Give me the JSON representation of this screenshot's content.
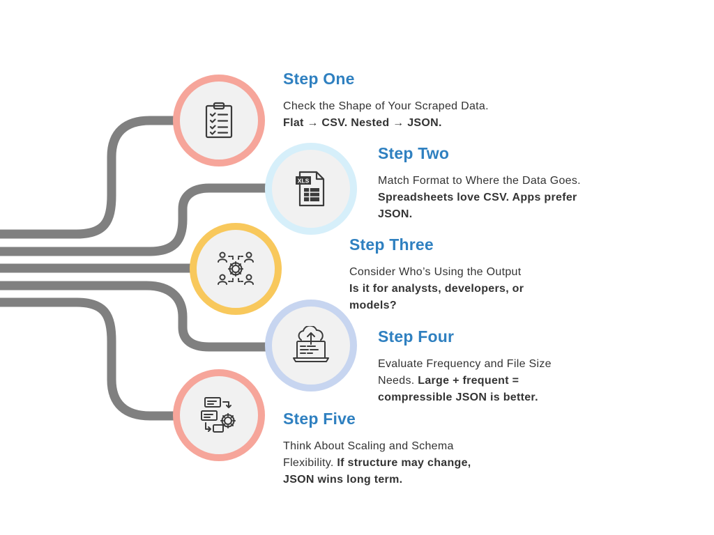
{
  "colors": {
    "line": "#808080",
    "title": "#2f80c0",
    "ring_salmon": "#f6a59a",
    "ring_lightblue": "#d6effa",
    "ring_yellow": "#f8c85c",
    "ring_periwinkle": "#c7d5f0",
    "fill": "#f1f1f1"
  },
  "steps": [
    {
      "title": "Step One",
      "text": "Check the Shape of Your Scraped Data.",
      "bold": "Flat → CSV. Nested → JSON.",
      "icon": "clipboard-checklist-icon"
    },
    {
      "title": "Step Two",
      "text": "Match Format to Where the Data Goes.",
      "bold": "Spreadsheets love CSV. Apps prefer JSON.",
      "icon": "xls-file-icon",
      "icon_label": "XLS"
    },
    {
      "title": "Step Three",
      "text": "Consider Who’s Using the Output",
      "bold": "Is it for analysts, developers, or models?",
      "icon": "team-gear-icon"
    },
    {
      "title": "Step Four",
      "text": "Evaluate Frequency and File Size Needs.",
      "bold": "Large + frequent = compressible JSON is better.",
      "icon": "cloud-upload-laptop-icon"
    },
    {
      "title": "Step Five",
      "text": "Think About Scaling and Schema Flexibility.",
      "bold": "If structure may change, JSON wins long term.",
      "icon": "workflow-gear-icon"
    }
  ]
}
